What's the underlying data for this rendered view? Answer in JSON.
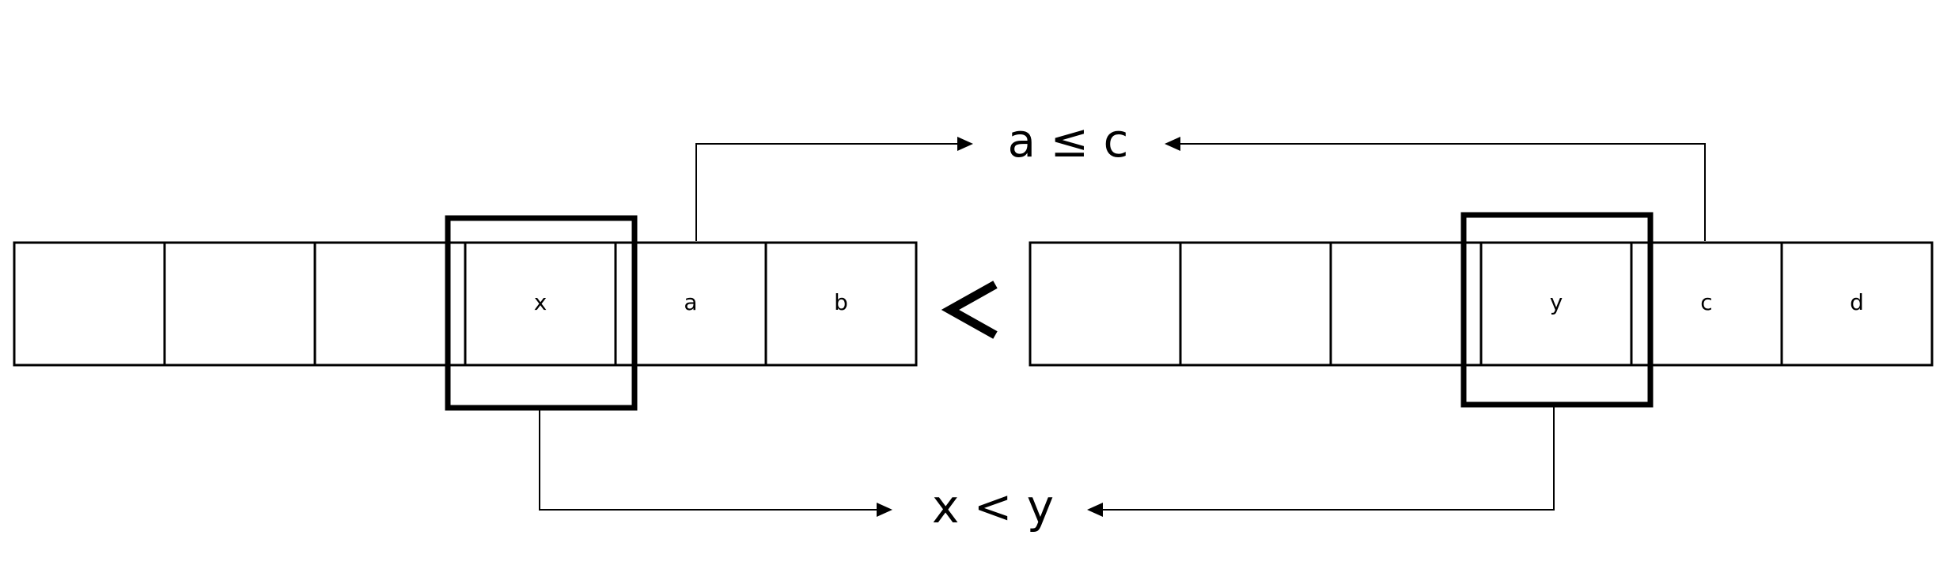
{
  "left_array": {
    "cells": [
      "",
      "",
      "",
      "x",
      "a",
      "b"
    ],
    "highlighted_index": 3
  },
  "right_array": {
    "cells": [
      "",
      "",
      "",
      "y",
      "c",
      "d"
    ],
    "highlighted_index": 3
  },
  "comparison_top": "a ≤ c",
  "comparison_bottom": "x < y",
  "colors": {
    "stroke": "#000000",
    "background": "#ffffff"
  }
}
